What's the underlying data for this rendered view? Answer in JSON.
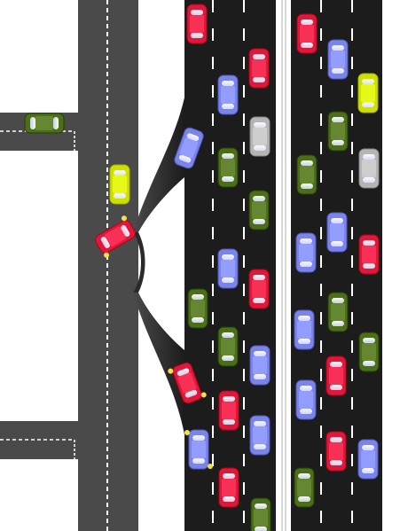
{
  "scene": {
    "name": "traffic-highway-scene",
    "colors": {
      "background": "#ffffff",
      "side_road": "#4a4a4a",
      "highway": "#1c1c1c",
      "lane_marking": "#ffffff",
      "median": "#e6e6e6",
      "indicator_light": "#f5e04a"
    }
  },
  "car_colors": {
    "red": "#e0173c",
    "blue": "#7a84ea",
    "green": "#4d6e18",
    "silver": "#b5b5b5",
    "lime": "#cde000"
  },
  "cars": [
    {
      "name": "car-red-1",
      "color": "red",
      "blinking": false
    },
    {
      "name": "car-red-2",
      "color": "red",
      "blinking": false
    },
    {
      "name": "car-blue-1",
      "color": "blue",
      "blinking": false
    },
    {
      "name": "car-silver-1",
      "color": "silver",
      "blinking": false
    },
    {
      "name": "car-blue-merge-top",
      "color": "blue",
      "blinking": false
    },
    {
      "name": "car-green-1",
      "color": "green",
      "blinking": false
    },
    {
      "name": "car-green-2",
      "color": "green",
      "blinking": false
    },
    {
      "name": "car-blue-2",
      "color": "blue",
      "blinking": false
    },
    {
      "name": "car-red-3",
      "color": "red",
      "blinking": false
    },
    {
      "name": "car-green-3",
      "color": "green",
      "blinking": false
    },
    {
      "name": "car-green-4",
      "color": "green",
      "blinking": false
    },
    {
      "name": "car-blue-3",
      "color": "blue",
      "blinking": false
    },
    {
      "name": "car-red-merge-bottom",
      "color": "red",
      "blinking": true
    },
    {
      "name": "car-red-4",
      "color": "red",
      "blinking": false
    },
    {
      "name": "car-blue-4",
      "color": "blue",
      "blinking": true
    },
    {
      "name": "car-blue-5",
      "color": "blue",
      "blinking": false
    },
    {
      "name": "car-red-5",
      "color": "red",
      "blinking": false
    },
    {
      "name": "car-green-5",
      "color": "green",
      "blinking": false
    },
    {
      "name": "car-red-6",
      "color": "red",
      "blinking": false
    },
    {
      "name": "car-blue-6",
      "color": "blue",
      "blinking": false
    },
    {
      "name": "car-lime-1",
      "color": "lime",
      "blinking": false
    },
    {
      "name": "car-green-6",
      "color": "green",
      "blinking": false
    },
    {
      "name": "car-silver-2",
      "color": "silver",
      "blinking": false
    },
    {
      "name": "car-green-7",
      "color": "green",
      "blinking": false
    },
    {
      "name": "car-blue-7",
      "color": "blue",
      "blinking": false
    },
    {
      "name": "car-red-7",
      "color": "red",
      "blinking": false
    },
    {
      "name": "car-blue-8",
      "color": "blue",
      "blinking": false
    },
    {
      "name": "car-green-8",
      "color": "green",
      "blinking": false
    },
    {
      "name": "car-blue-9",
      "color": "blue",
      "blinking": false
    },
    {
      "name": "car-red-8",
      "color": "red",
      "blinking": false
    },
    {
      "name": "car-green-9",
      "color": "green",
      "blinking": false
    },
    {
      "name": "car-blue-10",
      "color": "blue",
      "blinking": false
    },
    {
      "name": "car-red-9",
      "color": "red",
      "blinking": false
    },
    {
      "name": "car-blue-11",
      "color": "blue",
      "blinking": false
    },
    {
      "name": "car-green-10",
      "color": "green",
      "blinking": false
    },
    {
      "name": "car-green-side-road",
      "color": "green",
      "blinking": false
    },
    {
      "name": "car-lime-side",
      "color": "lime",
      "blinking": false
    },
    {
      "name": "car-red-side",
      "color": "red",
      "blinking": true
    }
  ]
}
